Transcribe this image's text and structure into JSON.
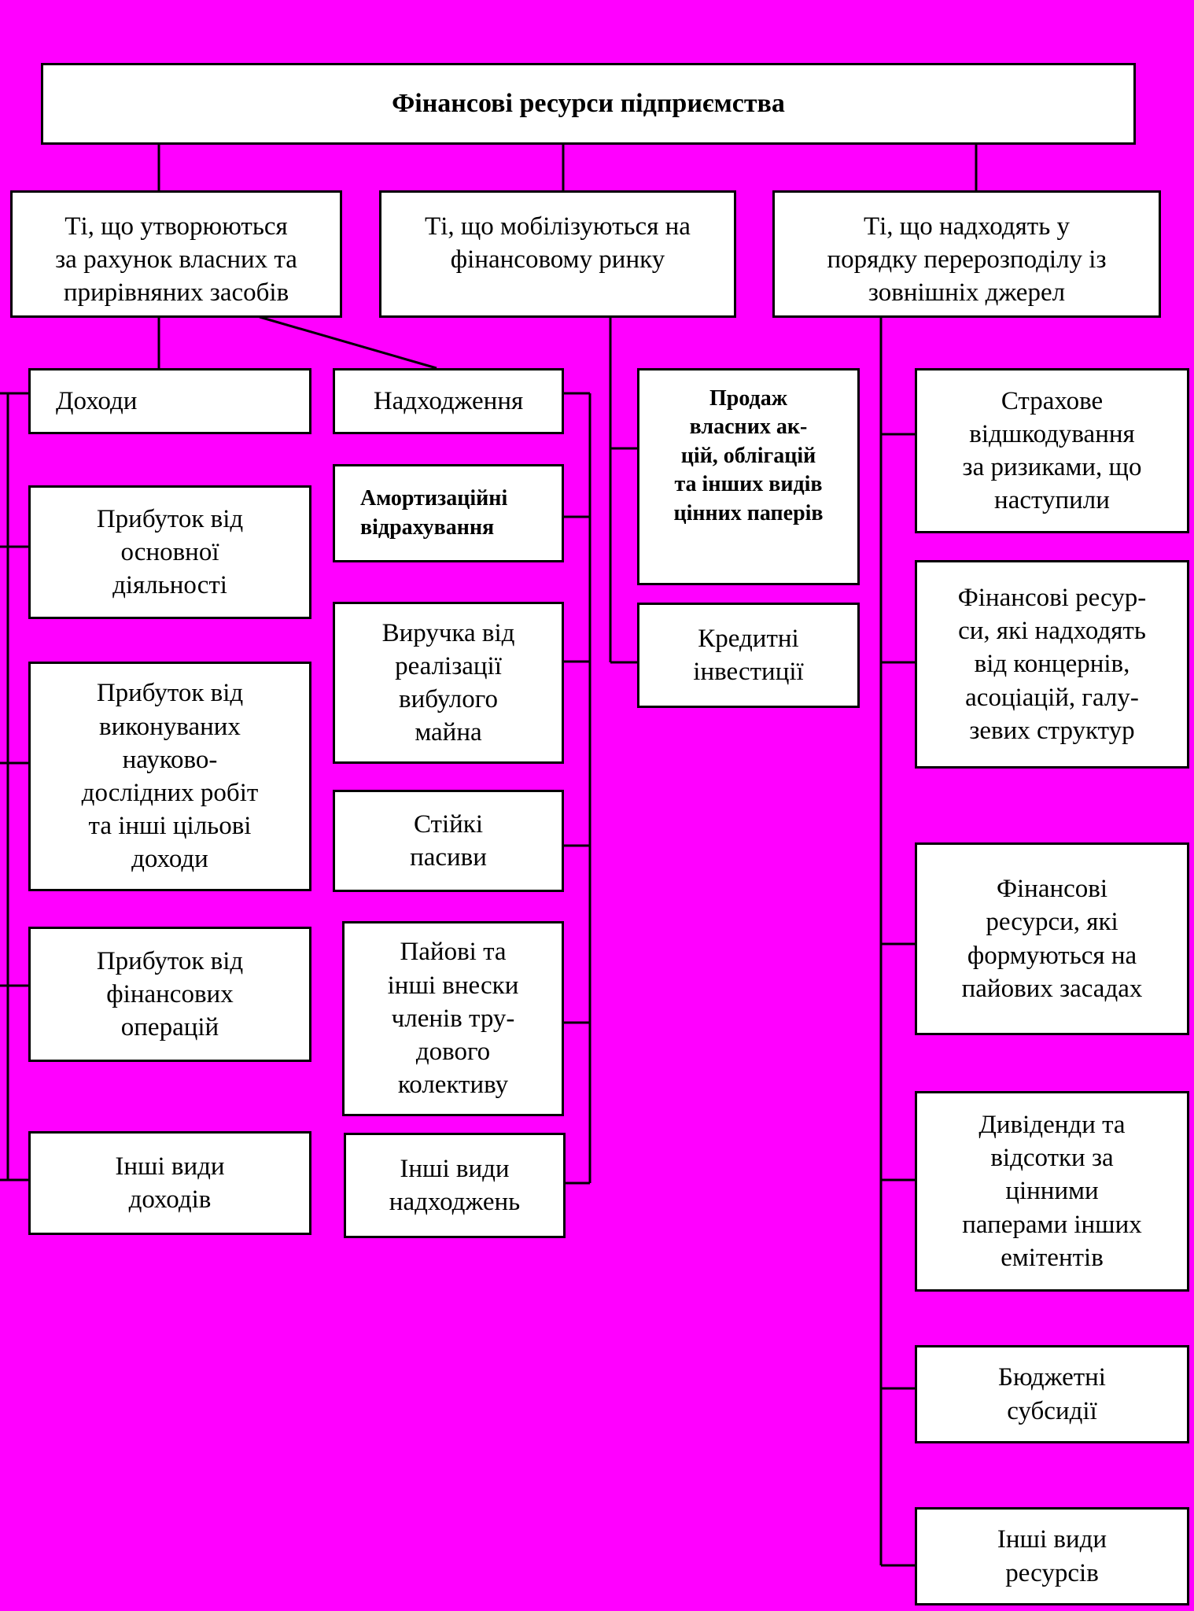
{
  "root": {
    "label": "Фінансові ресурси підприємства"
  },
  "categories": [
    {
      "label": "Ті, що утворюються\nза рахунок власних та\nприрівняних засобів"
    },
    {
      "label": "Ті, що мобілізуються на\nфінансовому ринку"
    },
    {
      "label": "Ті, що надходять у\nпорядку перерозподілу із\nзовнішніх джерел"
    }
  ],
  "own_sources": {
    "income_header": "Доходи",
    "income_items": [
      "Прибуток від\nосновної\nдіяльності",
      "Прибуток від\nвиконуваних\nнауково-\nдослідних робіт\nта інші цільові\nдоходи",
      "Прибуток від\nфінансових\nоперацій",
      "Інші види\nдоходів"
    ],
    "receipts_header": "Надходження",
    "receipts_items": [
      "Амортизаційні\nвідрахування",
      "Виручка від\nреалізації\nвибулого\nмайна",
      "Стійкі\nпасиви",
      "Пайові та\nінші внески\nчленів тру-\nдового\nколективу",
      "Інші види\nнадходжень"
    ]
  },
  "market_sources": [
    "Продаж\nвласних ак-\nцій, облігацій\nта інших видів\nцінних паперів",
    "Кредитні\nінвестиції"
  ],
  "redistribution_sources": [
    "Страхове\nвідшкодування\nза ризиками, що\nнаступили",
    "Фінансові ресур-\nси, які надходять\nвід концернів,\nасоціацій, галу-\nзевих структур",
    "Фінансові\nресурси,  які\nформуються на\nпайових засадах",
    "Дивіденди та\nвідсотки за\nцінними\nпаперами інших\nемітентів",
    "Бюджетні\nсубсидії",
    "Інші види\nресурсів"
  ]
}
